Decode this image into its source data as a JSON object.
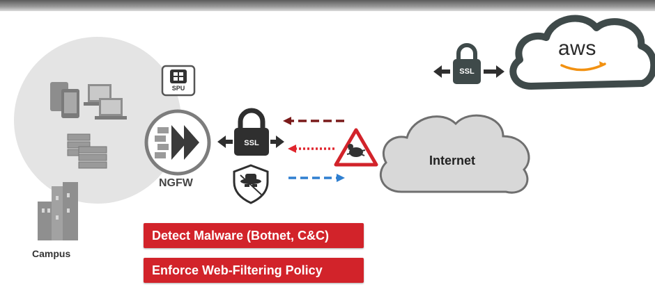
{
  "labels": {
    "campus": "Campus",
    "ngfw": "NGFW",
    "spu": "SPU",
    "ssl_left": "SSL",
    "ssl_right": "SSL",
    "internet": "Internet",
    "aws": "aws"
  },
  "actions": [
    "Detect Malware (Botnet, C&C)",
    "Enforce Web-Filtering Policy"
  ],
  "colors": {
    "accent_red": "#d2232a",
    "arrow_dark_red": "#7a1a1a",
    "arrow_red": "#e0262e",
    "arrow_blue": "#2f7fd0",
    "campus_circle": "#e4e4e4",
    "cloud_dark": "#3f4a4a",
    "aws_orange": "#f29111"
  },
  "icons": [
    "tablet-icon",
    "laptop-icon",
    "server-icon",
    "building-icon",
    "spu-chip-icon",
    "firewall-icon",
    "padlock-icon",
    "shield-spy-icon",
    "malware-warning-icon",
    "cloud-icon"
  ]
}
